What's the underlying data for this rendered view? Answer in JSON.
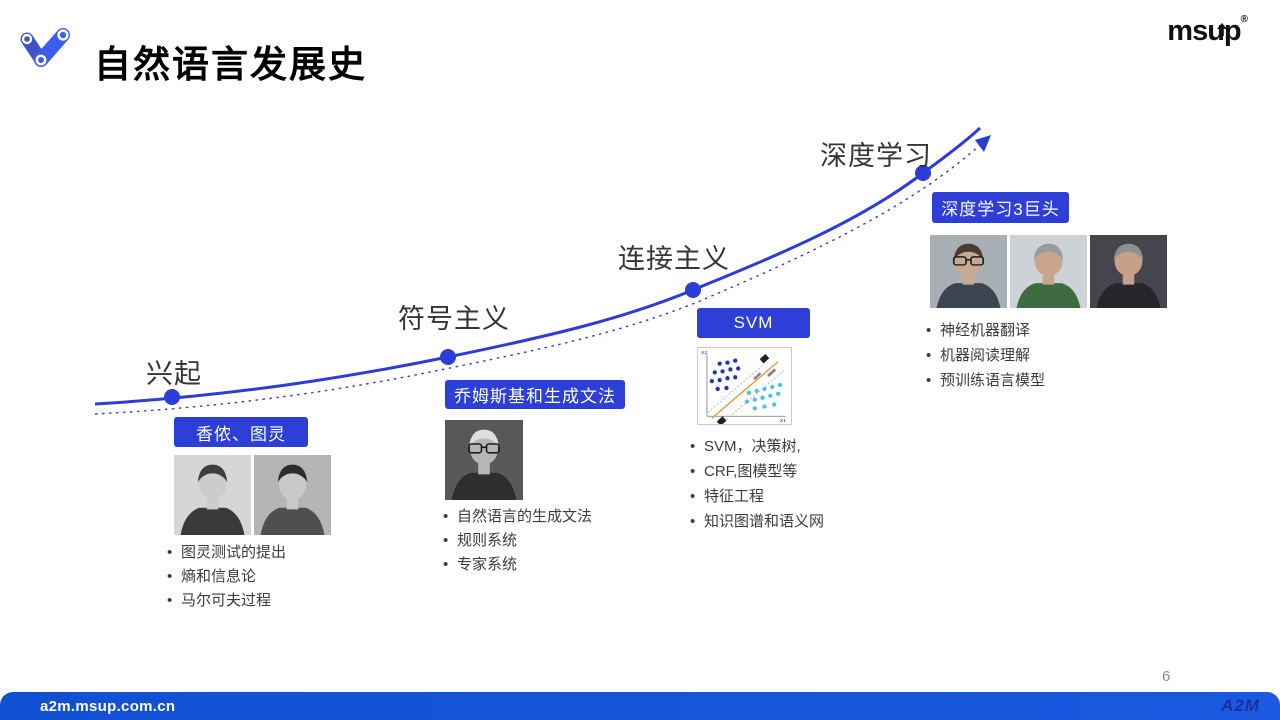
{
  "header": {
    "title": "自然语言发展史",
    "brand": "msup",
    "brand_registered": "®"
  },
  "colors": {
    "accent_blue": "#2e3fd8",
    "footer_blue": "#1353d8",
    "footer_brand_blue": "#1b2f9f",
    "text_dark": "#3d3d3d"
  },
  "timeline": {
    "stages": [
      {
        "label": "兴起",
        "badge": "香侬、图灵",
        "bullets": [
          "图灵测试的提出",
          "熵和信息论",
          "马尔可夫过程"
        ],
        "photos": [
          {
            "alt": "shannon-portrait",
            "bg": "#d6d6d6",
            "hair": "#3e3e3e",
            "skin": "#cccccc",
            "coat": "#3a3a3a",
            "glasses": false
          },
          {
            "alt": "turing-portrait",
            "bg": "#b5b5b5",
            "hair": "#2c2c2c",
            "skin": "#c9c9c9",
            "coat": "#4f4f4f",
            "glasses": false
          }
        ]
      },
      {
        "label": "符号主义",
        "badge": "乔姆斯基和生成文法",
        "bullets": [
          "自然语言的生成文法",
          "规则系统",
          "专家系统"
        ],
        "photos": [
          {
            "alt": "chomsky-portrait",
            "bg": "#585858",
            "hair": "#dedede",
            "skin": "#c4b4a4",
            "coat": "#2e2e2e",
            "glasses": true
          }
        ]
      },
      {
        "label": "连接主义",
        "badge": "SVM",
        "bullets": [
          "SVM，决策树,",
          "CRF,图模型等",
          "特征工程",
          "知识图谱和语义网"
        ],
        "figure": {
          "type": "scatter",
          "xlabel": "X1",
          "ylabel": "X2",
          "boundary_color": "#e8953a",
          "margin_color": "#9a9a9a",
          "series": [
            {
              "name": "negative-class",
              "color": "#2434b8",
              "points": [
                [
                  22,
                  16
                ],
                [
                  30,
                  15
                ],
                [
                  38,
                  13
                ],
                [
                  17,
                  25
                ],
                [
                  25,
                  24
                ],
                [
                  33,
                  22
                ],
                [
                  41,
                  21
                ],
                [
                  14,
                  34
                ],
                [
                  22,
                  33
                ],
                [
                  30,
                  31
                ],
                [
                  38,
                  30
                ],
                [
                  20,
                  42
                ],
                [
                  29,
                  41
                ]
              ]
            },
            {
              "name": "positive-class",
              "color": "#49c3e8",
              "points": [
                [
                  52,
                  46
                ],
                [
                  60,
                  44
                ],
                [
                  68,
                  42
                ],
                [
                  76,
                  40
                ],
                [
                  84,
                  38
                ],
                [
                  50,
                  55
                ],
                [
                  58,
                  53
                ],
                [
                  66,
                  51
                ],
                [
                  74,
                  49
                ],
                [
                  82,
                  47
                ],
                [
                  58,
                  62
                ],
                [
                  68,
                  60
                ],
                [
                  78,
                  58
                ]
              ]
            }
          ]
        }
      },
      {
        "label": "深度学习",
        "badge": "深度学习3巨头",
        "bullets": [
          "神经机器翻译",
          "机器阅读理解",
          "预训练语言模型"
        ],
        "photos": [
          {
            "alt": "lecun-portrait",
            "bg": "#a8b0b6",
            "hair": "#4a3c32",
            "skin": "#c8a890",
            "coat": "#3c4450",
            "glasses": true
          },
          {
            "alt": "hinton-portrait",
            "bg": "#ccd2d5",
            "hair": "#9a9a9a",
            "skin": "#c9a58e",
            "coat": "#3f6b40",
            "glasses": false
          },
          {
            "alt": "bengio-portrait",
            "bg": "#45454d",
            "hair": "#8f8f8f",
            "skin": "#c8a088",
            "coat": "#26262a",
            "glasses": false
          }
        ]
      }
    ]
  },
  "footer": {
    "url": "a2m.msup.com.cn",
    "page_number": "6",
    "brand": "A2M"
  }
}
